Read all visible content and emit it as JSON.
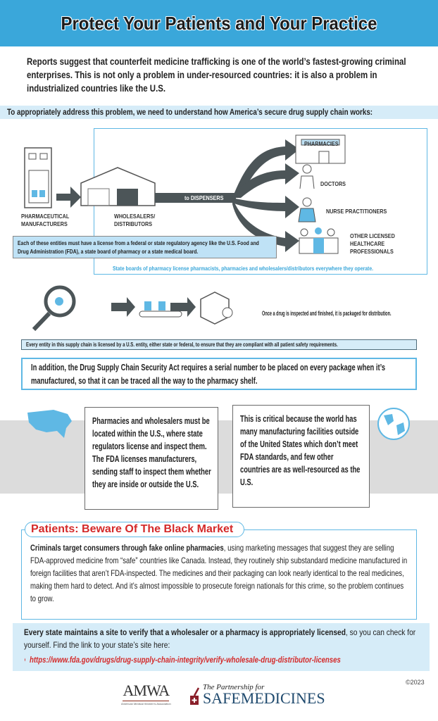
{
  "header": {
    "title": "Protect Your Patients and Your Practice"
  },
  "intro": "Reports suggest that counterfeit medicine trafficking is one of the world’s fastest-growing criminal enterprises. This is not only a problem in under-resourced countries: it is also a problem in industrialized countries like the U.S.",
  "section_bar": "To appropriately address this problem, we need to understand how America’s secure drug supply chain works:",
  "diagram": {
    "manufacturers": "PHARMACEUTICAL MANUFACTURERS",
    "wholesalers": "WHOLESALERS/ DISTRIBUTORS",
    "arrow_label": "to DISPENSERS",
    "pharmacies": "PHARMACIES",
    "doctors": "DOCTORS",
    "nurses": "NURSE PRACTITIONERS",
    "others": "OTHER LICENSED HEALTHCARE PROFESSIONALS",
    "license_note": "Each of these entities must have a license from a federal or state regulatory agency like the U.S. Food and Drug Administration (FDA), a state board of pharmacy or a state medical board.",
    "state_boards_note": "State boards of pharmacy license pharmacists, pharmacies and wholesalers/distributors everywhere they operate.",
    "package_note": "Once a drug is inspected and finished, it is packaged for distribution."
  },
  "entity_bar": "Every entity in this supply chain is licensed by a U.S. entity, either state or federal, to ensure that they are compliant with all patient safety requirements.",
  "dscsa": "In addition, the Drug Supply Chain Security Act requires a serial number to be placed on every package when it’s manufactured, so that it can be traced all the way to the pharmacy shelf.",
  "card_left": "Pharmacies and wholesalers must be located within the U.S., where state regulators license and inspect them. The FDA licenses manufacturers, sending staff to inspect them whether they are inside or outside the U.S.",
  "card_right": "This is critical because the world has many manufacturing facilities outside of the United States which don’t meet FDA standards, and few other countries are as well-resourced as the U.S.",
  "black_market": {
    "title": "Patients: Beware Of The Black Market",
    "lead": "Criminals target consumers through fake online pharmacies",
    "body": ", using marketing messages that suggest they are selling FDA-approved medicine from “safe” countries like Canada. Instead, they routinely ship substandard medicine manufactured in foreign facilities that aren’t FDA-inspected. The medicines and their packaging can look nearly identical to the real medicines, making them hard to detect. And it’s almost impossible to prosecute foreign nationals for this crime, so the problem continues to grow."
  },
  "verify": {
    "lead": "Every state maintains a site to verify that a wholesaler or a pharmacy is appropriately licensed",
    "body": ", so you can check for yourself. Find the link to your state’s site here:",
    "link": "https://www.fda.gov/drugs/drug-supply-chain-integrity/verify-wholesale-drug-distributor-licenses"
  },
  "footer": {
    "amwa": "AMWA",
    "amwa_sub": "American Medical Women's Association",
    "psm_top": "The Partnership for",
    "psm_main": "SAFEMEDICINES",
    "copyright": "©2023"
  },
  "colors": {
    "accent": "#3aa7da",
    "red": "#d42a2a",
    "arrow": "#4c5558"
  }
}
